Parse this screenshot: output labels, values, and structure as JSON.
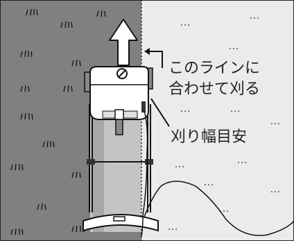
{
  "annotations": {
    "line_label_1": "このラインに",
    "line_label_2": "合わせて刈る",
    "width_label": "刈り幅目安"
  },
  "colors": {
    "uncut_grass": "#808080",
    "cut_grass": "#ebebeb",
    "ink": "#222222",
    "mower_body": "#ffffff"
  },
  "icons": [
    "direction-arrow-icon",
    "bolt-icon"
  ]
}
